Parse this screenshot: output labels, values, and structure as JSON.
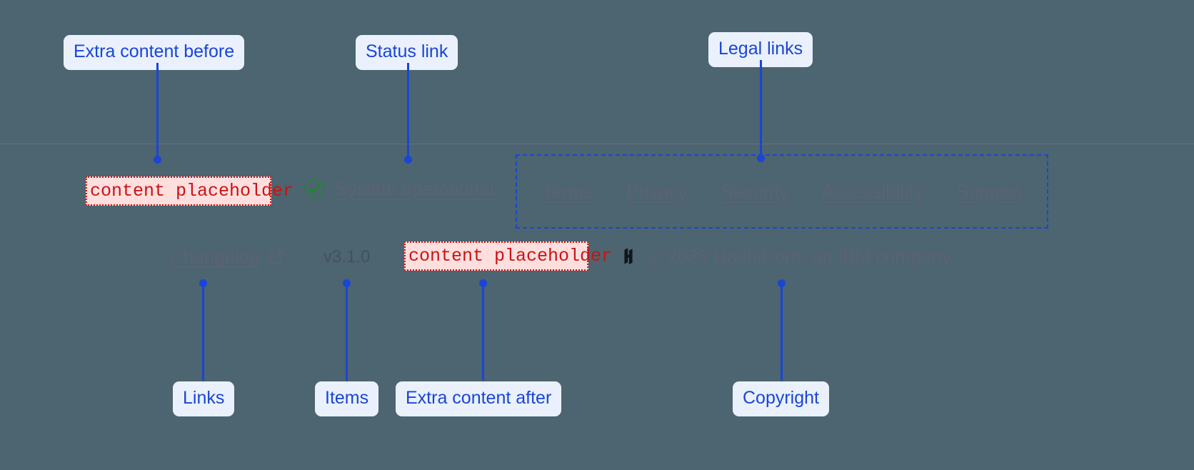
{
  "theme": {
    "background": "#4c6570",
    "divider": "#6b6f86",
    "callout_bg": "#eaf1fd",
    "callout_fg": "#1a45d6",
    "leader": "#1a45d6",
    "placeholder_fg": "#c81414",
    "placeholder_bg": "#ffdede",
    "placeholder_border": "#d31616",
    "link": "#5d6175",
    "status_ok": "#1a8a22",
    "highlight_border": "#1a45d6"
  },
  "callouts": {
    "extra_before": "Extra content before",
    "status_link": "Status link",
    "legal_links": "Legal links",
    "links": "Links",
    "items": "Items",
    "extra_after": "Extra content after",
    "copyright": "Copyright"
  },
  "footer": {
    "extra_content_before": "content placeholder",
    "extra_content_after": "content placeholder",
    "status": {
      "icon": "check-circle-icon",
      "label": "System operational"
    },
    "legal": {
      "links": [
        {
          "label": "Terms"
        },
        {
          "label": "Privacy"
        },
        {
          "label": "Security"
        },
        {
          "label": "Accessibility"
        },
        {
          "label": "Support"
        }
      ]
    },
    "changelog": {
      "label": "Changelog",
      "icon": "external-link-icon"
    },
    "version": "v3.1.0",
    "brand": {
      "icon": "hashicorp-logo-icon",
      "copyright": "© 2025 HashiCorp, an IBM company"
    }
  }
}
